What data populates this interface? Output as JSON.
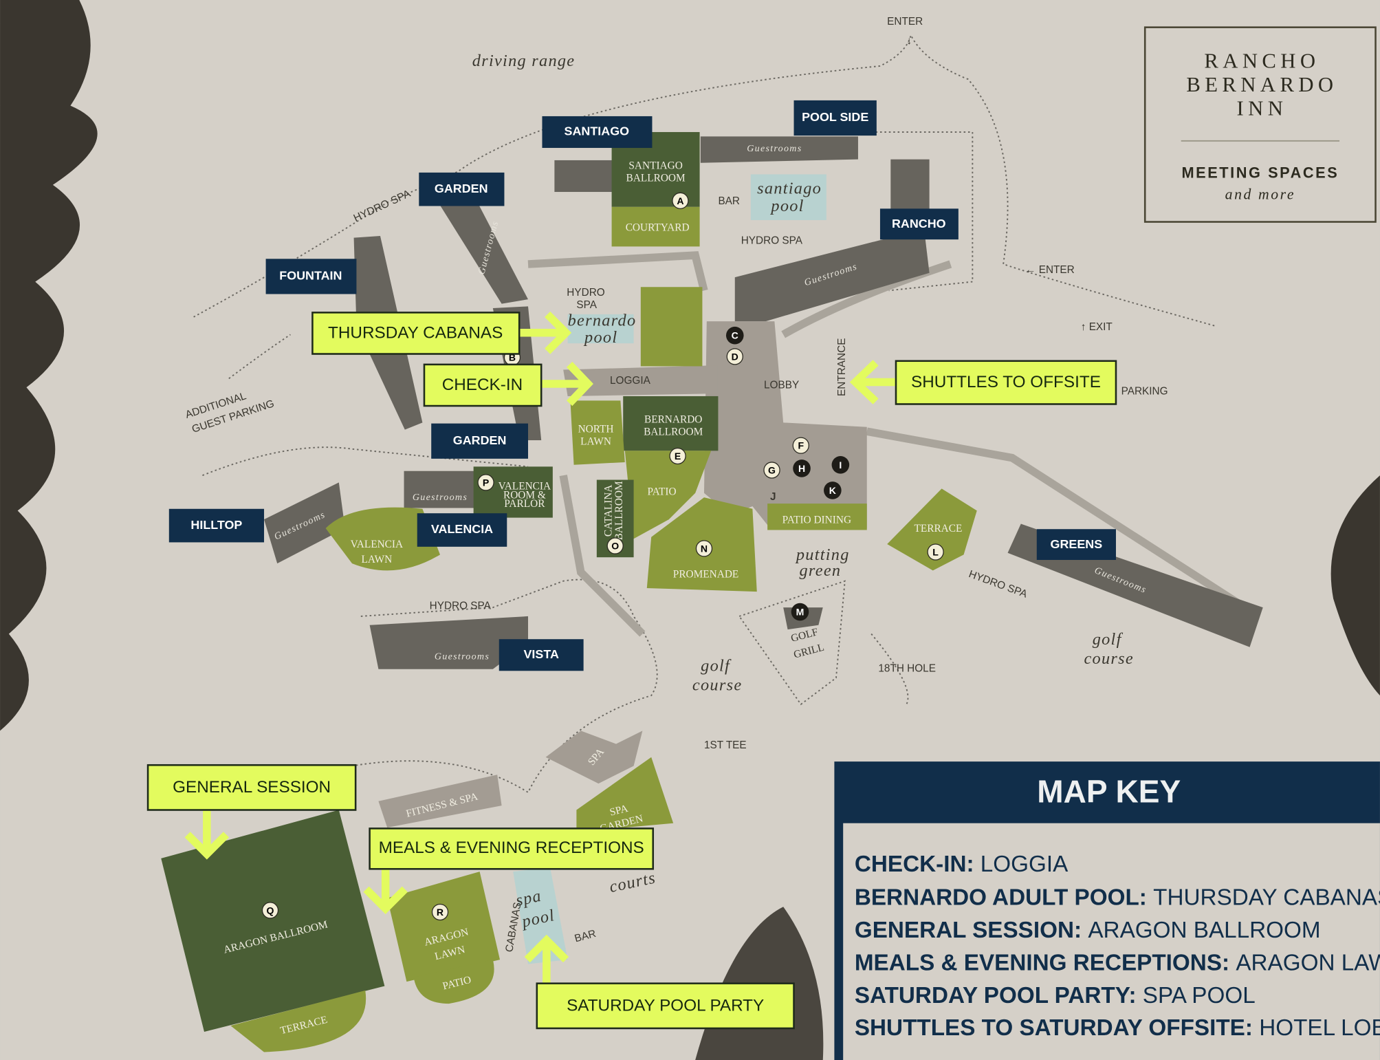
{
  "logo": {
    "line1": "RANCHO",
    "line2": "BERNARDO",
    "line3": "INN",
    "subtitle": "MEETING SPACES",
    "tagline": "and more"
  },
  "nav_labels": {
    "santiago": "SANTIAGO",
    "pool_side": "POOL SIDE",
    "garden_top": "GARDEN",
    "rancho": "RANCHO",
    "fountain": "FOUNTAIN",
    "garden_mid": "GARDEN",
    "hilltop": "HILLTOP",
    "valencia": "VALENCIA",
    "vista": "VISTA",
    "greens": "GREENS"
  },
  "callouts": {
    "thursday_cabanas": "THURSDAY CABANAS",
    "check_in": "CHECK-IN",
    "shuttles": "SHUTTLES TO OFFSITE",
    "general_session": "GENERAL SESSION",
    "meals": "MEALS & EVENING RECEPTIONS",
    "pool_party": "SATURDAY POOL PARTY"
  },
  "map_labels": {
    "driving_range": "driving range",
    "enter_top": "ENTER",
    "enter_right": "← ENTER",
    "exit": "↑ EXIT",
    "parking": "PARKING",
    "additional_parking_1": "ADDITIONAL",
    "additional_parking_2": "GUEST PARKING",
    "loggia": "LOGGIA",
    "lobby": "LOBBY",
    "entrance": "ENTRANCE",
    "bar_top": "BAR",
    "santiago_pool_1": "santiago",
    "santiago_pool_2": "pool",
    "bernardo_pool_1": "bernardo",
    "bernardo_pool_2": "pool",
    "hydro_spa": "HYDRO SPA",
    "hydro": "HYDRO",
    "spa": "SPA",
    "guestrooms": "Guestrooms",
    "santiago_ballroom_1": "SANTIAGO",
    "santiago_ballroom_2": "BALLROOM",
    "courtyard": "COURTYARD",
    "bernardo_ballroom_1": "BERNARDO",
    "bernardo_ballroom_2": "BALLROOM",
    "north_lawn_1": "NORTH",
    "north_lawn_2": "LAWN",
    "patio": "PATIO",
    "catalina_1": "CATALINA",
    "catalina_2": "BALLROOM",
    "promenade": "PROMENADE",
    "patio_dining": "PATIO DINING",
    "valencia_room_1": "VALENCIA",
    "valencia_room_2": "ROOM &",
    "valencia_room_3": "PARLOR",
    "valencia_lawn_1": "VALENCIA",
    "valencia_lawn_2": "LAWN",
    "putting_green_1": "putting",
    "putting_green_2": "green",
    "terrace": "TERRACE",
    "golf_grill_1": "GOLF",
    "golf_grill_2": "GRILL",
    "hole18": "18TH HOLE",
    "golf_course_1": "golf",
    "golf_course_2": "course",
    "tee1": "1ST TEE",
    "spa_bldg": "SPA",
    "fitness": "FITNESS & SPA",
    "spa_garden_1": "SPA",
    "spa_garden_2": "GARDEN",
    "courts": "courts",
    "spa_pool_1": "spa",
    "spa_pool_2": "pool",
    "bar_bottom": "BAR",
    "cabanas": "CABANAS",
    "aragon_ballroom": "ARAGON BALLROOM",
    "aragon_lawn_1": "ARAGON",
    "aragon_lawn_2": "LAWN",
    "terrace_small": "TERRACE",
    "patio_small": "PATIO",
    "j": "J"
  },
  "markers": [
    "A",
    "B",
    "C",
    "D",
    "E",
    "F",
    "G",
    "H",
    "I",
    "K",
    "L",
    "M",
    "N",
    "O",
    "P",
    "Q",
    "R"
  ],
  "map_key": {
    "title": "MAP KEY",
    "rows": [
      {
        "label": "CHECK-IN:",
        "value": "LOGGIA"
      },
      {
        "label": "BERNARDO ADULT POOL:",
        "value": "THURSDAY CABANAS"
      },
      {
        "label": "GENERAL SESSION:",
        "value": "ARAGON BALLROOM"
      },
      {
        "label": "MEALS & EVENING RECEPTIONS:",
        "value": "ARAGON LAWN"
      },
      {
        "label": "SATURDAY POOL PARTY:",
        "value": "SPA POOL"
      },
      {
        "label": "SHUTTLES TO SATURDAY OFFSITE:",
        "value": "HOTEL LOBBY"
      }
    ]
  },
  "colors": {
    "navy": "#112e4a",
    "highlight": "#e3fb5e",
    "dark_green": "#4a5e35",
    "olive": "#8b9a3b",
    "background": "#d5d0c8"
  }
}
